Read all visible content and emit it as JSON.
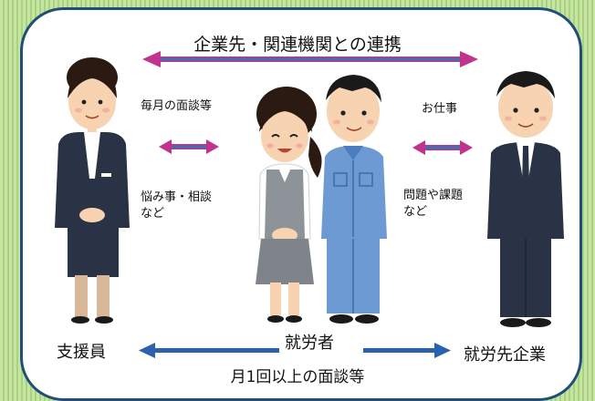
{
  "diagram": {
    "title": "企業先・関連機関との連携",
    "left_exchange": {
      "top_label": "毎月の面談等",
      "bottom_label_line1": "悩み事・相談",
      "bottom_label_line2": "など"
    },
    "right_exchange": {
      "top_label": "お仕事",
      "bottom_label_line1": "問題や課題",
      "bottom_label_line2": "など"
    },
    "roles": {
      "supporter": "支援員",
      "worker": "就労者",
      "employer": "就労先企業"
    },
    "bottom_label": "月1回以上の面談等"
  },
  "colors": {
    "panel_border": "#1f4e79",
    "arrow_magenta": "#c2338e",
    "arrow_blue": "#2b62ad",
    "suit_dark": "#2a3346",
    "uniform_blue": "#6d9ad3"
  }
}
